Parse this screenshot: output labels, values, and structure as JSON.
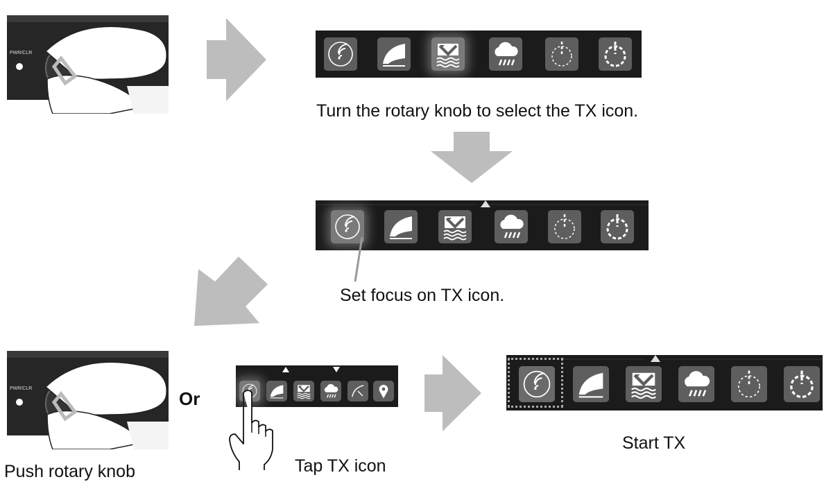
{
  "captions": {
    "step1": "Turn the rotary knob to select the TX icon.",
    "step2": "Set focus on TX icon.",
    "push": "Push rotary knob",
    "or": "Or",
    "tap": "Tap TX icon",
    "start": "Start TX"
  },
  "device": {
    "button_label": "PWR/CLR"
  },
  "icons": [
    "tx-icon",
    "gain-icon",
    "sea-clutter-icon",
    "rain-clutter-icon",
    "power-standby-icon",
    "power-off-icon"
  ],
  "small_bar_icons": [
    "tx-icon",
    "gain-icon",
    "sea-clutter-icon",
    "rain-clutter-icon",
    "route-icon",
    "location-pin-icon"
  ],
  "colors": {
    "arrow": "#bdbdbd",
    "bar": "#1b1b1b",
    "icon_bg": "#5e5e5e",
    "highlight": "#9a9a9a"
  }
}
